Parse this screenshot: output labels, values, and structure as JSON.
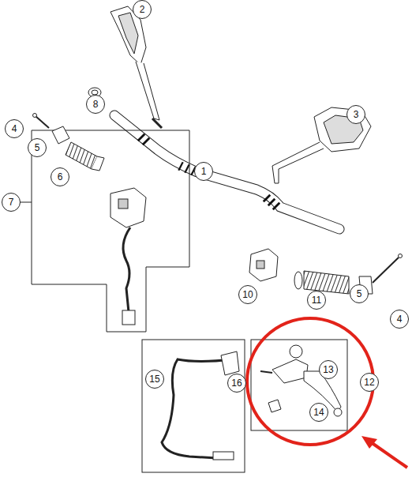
{
  "diagram": {
    "labels": [
      "2",
      "8",
      "3",
      "4",
      "5",
      "6",
      "1",
      "7",
      "5",
      "4",
      "10",
      "11",
      "15",
      "16",
      "13",
      "12",
      "14"
    ]
  }
}
